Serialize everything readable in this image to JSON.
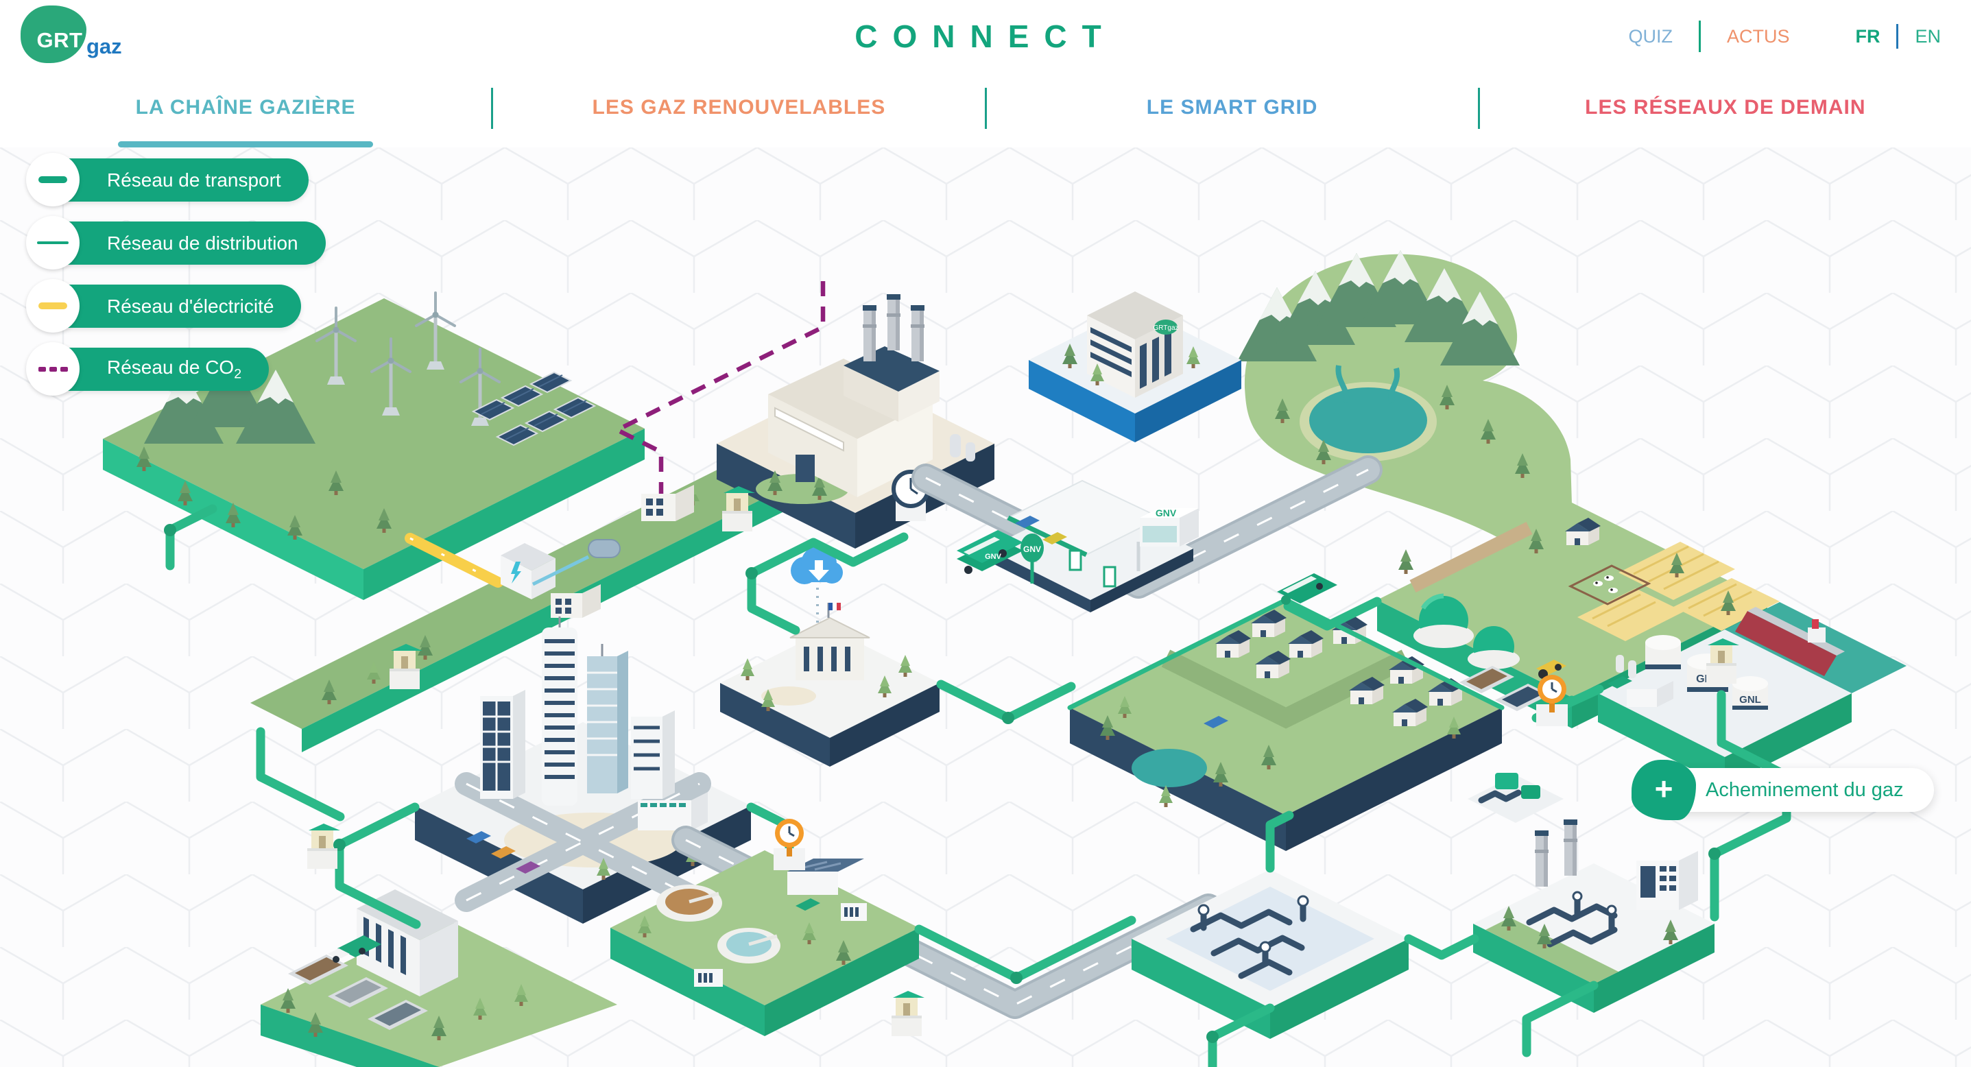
{
  "header": {
    "logo": {
      "primary": "GRT",
      "secondary": "gaz"
    },
    "title": "CONNECT",
    "quiz_label": "QUIZ",
    "actus_label": "ACTUS",
    "lang": {
      "fr": "FR",
      "en": "EN",
      "selected": "FR"
    }
  },
  "nav": {
    "tabs": [
      {
        "label": "LA CHAÎNE GAZIÈRE",
        "active": true,
        "color": "#58b7c3"
      },
      {
        "label": "LES GAZ RENOUVELABLES",
        "active": false,
        "color": "#f0926a"
      },
      {
        "label": "LE SMART GRID",
        "active": false,
        "color": "#57a2d6"
      },
      {
        "label": "LES RÉSEAUX DE DEMAIN",
        "active": false,
        "color": "#e85e6e"
      }
    ]
  },
  "legend": {
    "items": [
      {
        "label": "Réseau de transport",
        "line": "thick-green"
      },
      {
        "label": "Réseau de distribution",
        "line": "thin-green"
      },
      {
        "label": "Réseau d'électricité",
        "line": "thick-yellow"
      },
      {
        "label": "Réseau de CO",
        "sub": "2",
        "line": "dashed-purple"
      }
    ]
  },
  "map": {
    "button": {
      "icon": "+",
      "label": "Acheminement du gaz"
    },
    "labels": {
      "gnv": "GNV",
      "gnl": "GNL",
      "hq_logo": "GRTgaz"
    }
  },
  "colors": {
    "brand_green": "#13a57d",
    "logo_blue": "#1f78c0",
    "pipe_green": "#2bb988",
    "electricity_yellow": "#f8cf4a",
    "co2_purple": "#8e1f7a",
    "tab_active_teal": "#58b7c3",
    "navy": "#2e4a66",
    "water_teal": "#3aa9a4"
  }
}
